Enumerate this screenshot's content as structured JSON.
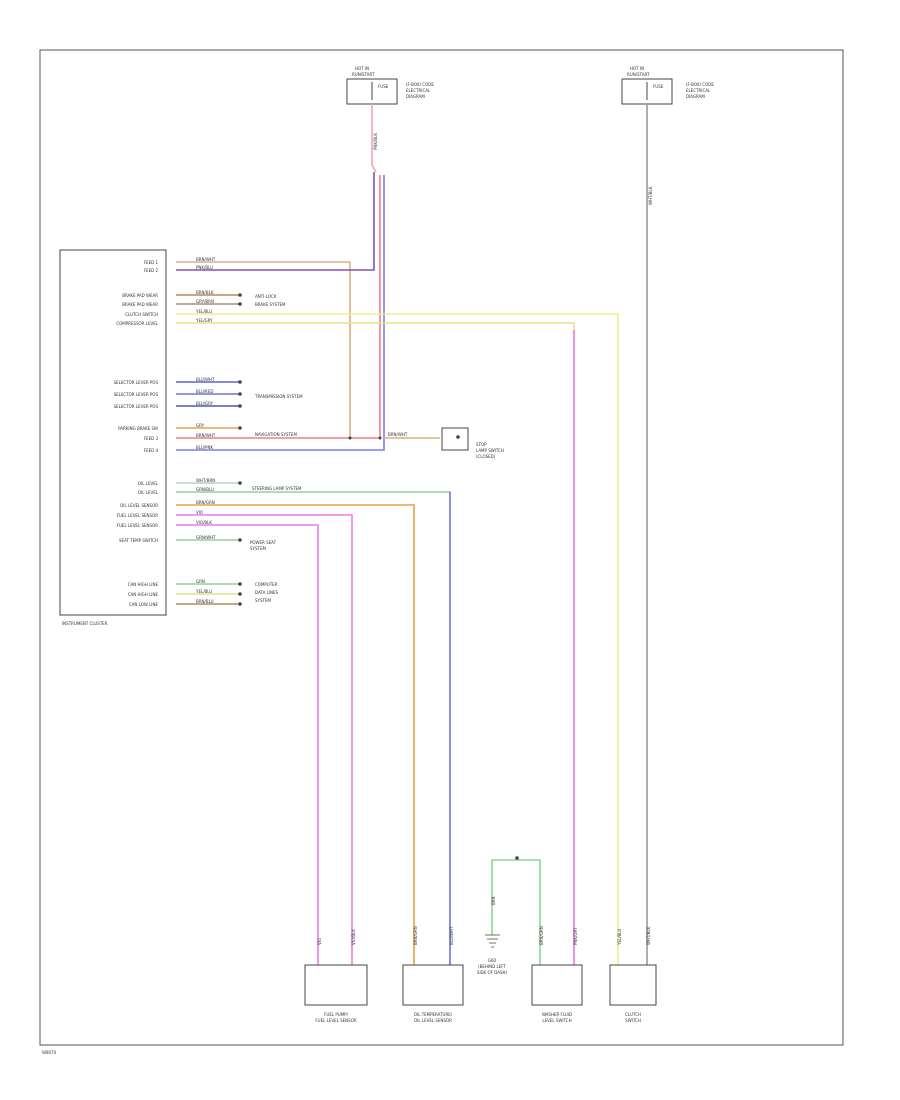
{
  "footer_code": "W8070",
  "top_connectors": [
    {
      "id": "left",
      "title_lines": [
        "HOT IN",
        "RUN/START"
      ],
      "label_lines": [
        "FUSE",
        "(F-BOX) CODE",
        "ELECTRICAL",
        "DIAGRAM"
      ],
      "wire": "PNK/BLK"
    },
    {
      "id": "right",
      "title_lines": [
        "HOT IN",
        "RUN/START"
      ],
      "label_lines": [
        "FUSE",
        "(F-BOX) CODE",
        "ELECTRICAL",
        "DIAGRAM"
      ],
      "wire": "WHT/BLK"
    }
  ],
  "instrument_cluster": {
    "name": "INSTRUMENT CLUSTER",
    "pins": [
      {
        "label": "FEED 1",
        "wire": "BRN/WHT"
      },
      {
        "label": "FEED 2",
        "wire": "PNK/BLU"
      },
      {
        "label": "BRAKE PAD WEAR",
        "wire": "BRN/BLK"
      },
      {
        "label": "BRAKE PAD WEAR",
        "wire": "GRY/BRN"
      },
      {
        "label": "CLUTCH SWITCH",
        "wire": "YEL/BLU"
      },
      {
        "label": "COMPRESSOR LEVEL",
        "wire": "YEL/GRY"
      },
      {
        "label": "SELECTOR LEVER POS",
        "wire": "BLU/WHT"
      },
      {
        "label": "SELECTOR LEVER POS",
        "wire": "BLU/RED"
      },
      {
        "label": "SELECTOR LEVER POS",
        "wire": "BLU/GRY"
      },
      {
        "label": "PARKING BRAKE SW",
        "wire": "GRY"
      },
      {
        "label": "FEED 3",
        "wire": "BRN/WHT"
      },
      {
        "label": "FEED 4",
        "wire": "BLU/PNK"
      },
      {
        "label": "OIL LEVEL",
        "wire": "WHT/BRN"
      },
      {
        "label": "OIL LEVEL",
        "wire": "GRN/BLU"
      },
      {
        "label": "OIL LEVEL SENSOR",
        "wire": "BRN/GRN"
      },
      {
        "label": "FUEL LEVEL SENSOR",
        "wire": "VIO"
      },
      {
        "label": "FUEL LEVEL SENSOR",
        "wire": "VIO/BLK"
      },
      {
        "label": "SEAT TEMP SWITCH",
        "wire": "GRN/WHT"
      },
      {
        "label": "CAN HIGH LINE",
        "wire": "GRN"
      },
      {
        "label": "CAN HIGH LINE",
        "wire": "YEL/BLU"
      },
      {
        "label": "CAN LOW LINE",
        "wire": "BRN/BLU"
      }
    ]
  },
  "references": {
    "anti_lock": [
      "ANTI-LOCK",
      "BRAKE SYSTEM"
    ],
    "transmission": [
      "TRANSMISSION SYSTEM"
    ],
    "navigation": [
      "NAVIGATION SYSTEM"
    ],
    "steering": [
      "STEERING LAMP SYSTEM"
    ],
    "power_seat": [
      "POWER SEAT",
      "SYSTEM"
    ],
    "computer": [
      "COMPUTER",
      "DATA LINES",
      "SYSTEM"
    ]
  },
  "brake_switch": {
    "lines": [
      "STOP",
      "LAMP SWITCH",
      "(CLOSED)"
    ],
    "wire": "BRN/WHT"
  },
  "bottom_components": [
    {
      "id": "fuel",
      "lines": [
        "FUEL PUMP/",
        "FUEL LEVEL SENSOR"
      ],
      "wires": [
        "VIO",
        "VIO/BLK"
      ]
    },
    {
      "id": "oil",
      "lines": [
        "OIL TEMPERATURE/",
        "OIL LEVEL SENSOR"
      ],
      "wires": [
        "BRN/GRN",
        "BLU/WHT"
      ]
    },
    {
      "id": "ground",
      "lines": [
        "G60",
        "(BEHIND LEFT",
        "SIDE OF DASH)"
      ],
      "wire": "BRN"
    },
    {
      "id": "washer",
      "lines": [
        "WASHER FLUID",
        "LEVEL SWITCH"
      ],
      "wires": [
        "BRN/GRN",
        "PNK/GRY"
      ]
    },
    {
      "id": "clutch",
      "lines": [
        "CLUTCH",
        "SWITCH"
      ],
      "wires": [
        "YEL/BLU",
        "WHT/BLK"
      ]
    }
  ],
  "colors": {
    "pink": "#f4a3b4",
    "violet": "#8a4fb0",
    "tan": "#d4b483",
    "yellow": "#f2ee8a",
    "blue": "#7d7de8",
    "orange": "#e8a050",
    "green": "#8fd68f",
    "magenta": "#ee7aee",
    "gray": "#9a9a9a",
    "frame": "#555555"
  }
}
